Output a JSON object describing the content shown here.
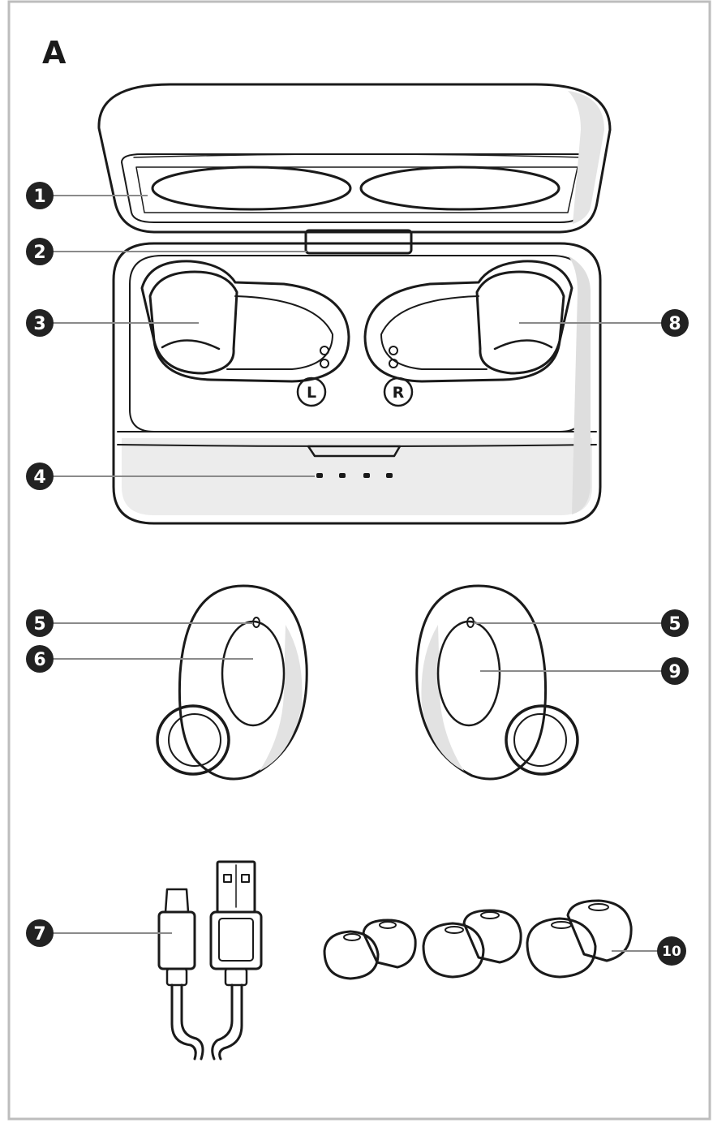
{
  "figure_label": "A",
  "side_labels": {
    "left": "L",
    "right": "R"
  },
  "callouts": [
    "1",
    "2",
    "3",
    "4",
    "5",
    "6",
    "7",
    "8",
    "9",
    "10"
  ],
  "colors": {
    "outline": "#1a1a1a",
    "fill": "#ffffff",
    "shade": "#e6e6e6",
    "marker": "#222222",
    "leader": "#8a8a8a",
    "border": "#bdbdbd"
  }
}
